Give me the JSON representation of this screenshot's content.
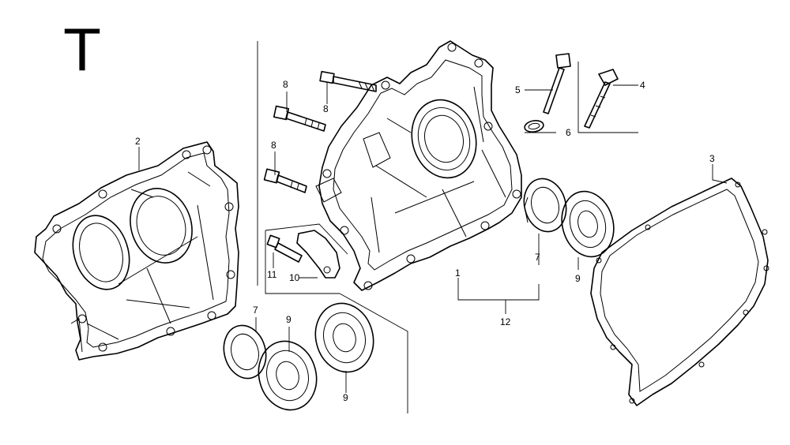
{
  "diagram": {
    "corner_letter": "T",
    "callouts": {
      "c1": "1",
      "c2": "2",
      "c3": "3",
      "c4": "4",
      "c5": "5",
      "c6": "6",
      "c7a": "7",
      "c7b": "7",
      "c8a": "8",
      "c8b": "8",
      "c8c": "8",
      "c9a": "9",
      "c9b": "9",
      "c9c": "9",
      "c10": "10",
      "c11": "11",
      "c12": "12"
    }
  }
}
